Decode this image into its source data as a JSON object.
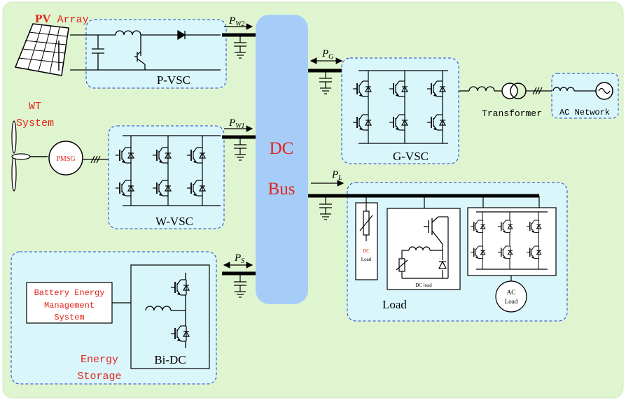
{
  "colors": {
    "background": "#dff5cf",
    "box_fill": "#d9f6fb",
    "box_border": "#1c3fd6",
    "dc_bus": "#a6cdf8",
    "red_text": "#e2231a",
    "ink": "#000000"
  },
  "pv": {
    "title_pv": "PV",
    "title_array": " Array",
    "converter": "P-VSC"
  },
  "wt": {
    "title_line1": "WT",
    "title_line2": "System",
    "generator": "PMSG",
    "converter": "W-VSC"
  },
  "dc_bus": {
    "line1": "DC",
    "line2": "Bus"
  },
  "grid": {
    "converter": "G-VSC",
    "transformer": "Transformer",
    "network": "AC Network"
  },
  "storage": {
    "bms_line1": "Battery Energy",
    "bms_line2": "Management",
    "bms_line3": "System",
    "converter": "Bi-DC",
    "title_line1": "Energy",
    "title_line2": "Storage"
  },
  "load": {
    "title": "Load",
    "dc_load_small_1": "DC",
    "dc_load_small_2": "Load",
    "dc_load_box": "DC load",
    "ac_load_1": "AC",
    "ac_load_2": "Load"
  },
  "powers": {
    "pw2_main": "P",
    "pw2_sub": "W2",
    "pw1_main": "P",
    "pw1_sub": "W1",
    "pg_main": "P",
    "pg_sub": "G",
    "pl_main": "P",
    "pl_sub": "L",
    "ps_main": "P",
    "ps_sub": "S"
  }
}
